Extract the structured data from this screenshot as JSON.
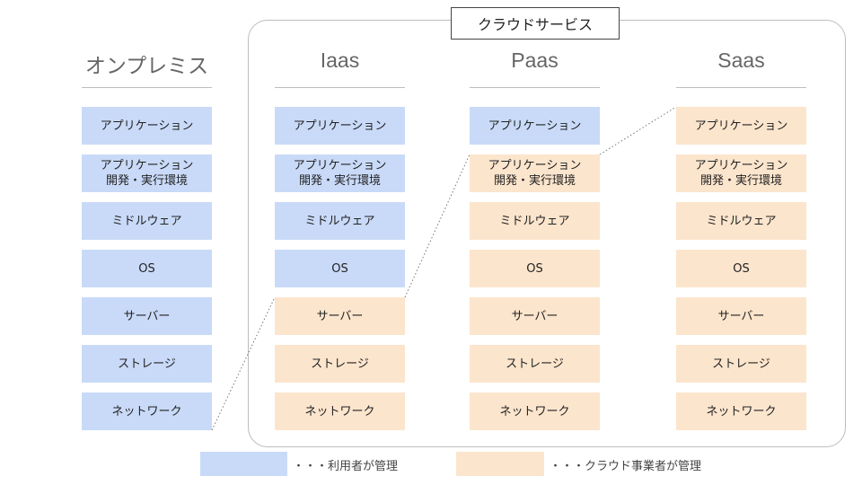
{
  "cloud_label": "クラウドサービス",
  "colors": {
    "user": "#c9daf8",
    "provider": "#fce5cd"
  },
  "columns": [
    {
      "title": "オンプレミス",
      "cells": [
        {
          "label": "アプリケーション",
          "owner": "user"
        },
        {
          "label": "アプリケーション\n開発・実行環境",
          "owner": "user"
        },
        {
          "label": "ミドルウェア",
          "owner": "user"
        },
        {
          "label": "OS",
          "owner": "user"
        },
        {
          "label": "サーバー",
          "owner": "user"
        },
        {
          "label": "ストレージ",
          "owner": "user"
        },
        {
          "label": "ネットワーク",
          "owner": "user"
        }
      ]
    },
    {
      "title": "Iaas",
      "cells": [
        {
          "label": "アプリケーション",
          "owner": "user"
        },
        {
          "label": "アプリケーション\n開発・実行環境",
          "owner": "user"
        },
        {
          "label": "ミドルウェア",
          "owner": "user"
        },
        {
          "label": "OS",
          "owner": "user"
        },
        {
          "label": "サーバー",
          "owner": "provider"
        },
        {
          "label": "ストレージ",
          "owner": "provider"
        },
        {
          "label": "ネットワーク",
          "owner": "provider"
        }
      ]
    },
    {
      "title": "Paas",
      "cells": [
        {
          "label": "アプリケーション",
          "owner": "user"
        },
        {
          "label": "アプリケーション\n開発・実行環境",
          "owner": "provider"
        },
        {
          "label": "ミドルウェア",
          "owner": "provider"
        },
        {
          "label": "OS",
          "owner": "provider"
        },
        {
          "label": "サーバー",
          "owner": "provider"
        },
        {
          "label": "ストレージ",
          "owner": "provider"
        },
        {
          "label": "ネットワーク",
          "owner": "provider"
        }
      ]
    },
    {
      "title": "Saas",
      "cells": [
        {
          "label": "アプリケーション",
          "owner": "provider"
        },
        {
          "label": "アプリケーション\n開発・実行環境",
          "owner": "provider"
        },
        {
          "label": "ミドルウェア",
          "owner": "provider"
        },
        {
          "label": "OS",
          "owner": "provider"
        },
        {
          "label": "サーバー",
          "owner": "provider"
        },
        {
          "label": "ストレージ",
          "owner": "provider"
        },
        {
          "label": "ネットワーク",
          "owner": "provider"
        }
      ]
    }
  ],
  "legend": {
    "user": "・・・利用者が管理",
    "provider": "・・・クラウド事業者が管理"
  }
}
